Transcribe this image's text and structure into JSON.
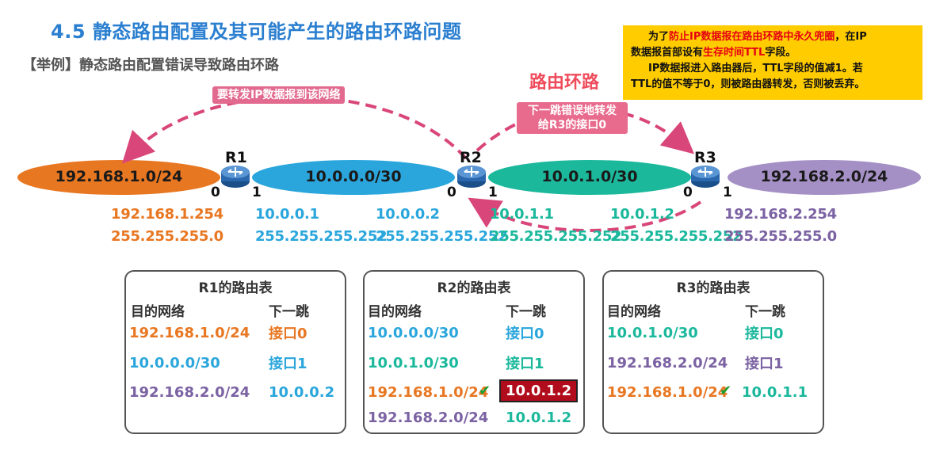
{
  "title": "4.5  静态路由配置及其可能产生的路由环路问题",
  "subtitle": "【举例】静态路由配置错误导致路由环路",
  "note": {
    "line1_pre": "为了",
    "line1_red": "防止IP数据报在路由环路中永久兜圈",
    "line1_post": "，在IP",
    "line2_pre": "数据报首部设有",
    "line2_red": "生存时间TTL",
    "line2_post": "字段。",
    "line3": "IP数据报进入路由器后，TTL字段的值减1。若",
    "line4": "TTL的值不等于0，则被路由器转发，否则被丢弃。"
  },
  "loop_title": "路由环路",
  "annotation_forward": "要转发IP数据报到该网络",
  "annotation_wrong": "下一跳错误地转发\n给R3的接口0",
  "networks": {
    "n1": "192.168.1.0/24",
    "n2": "10.0.0.0/30",
    "n3": "10.0.1.0/30",
    "n4": "192.168.2.0/24"
  },
  "routers": {
    "r1": "R1",
    "r2": "R2",
    "r3": "R3"
  },
  "ports": {
    "p0": "0",
    "p1": "1"
  },
  "addresses": {
    "a1_ip": "192.168.1.254",
    "a1_mask": "255.255.255.0",
    "a2_ip": "10.0.0.1",
    "a2_mask": "255.255.255.252",
    "a3_ip": "10.0.0.2",
    "a3_mask": "255.255.255.252",
    "a4_ip": "10.0.1.1",
    "a4_mask": "255.255.255.252",
    "a5_ip": "10.0.1.2",
    "a5_mask": "255.255.255.252",
    "a6_ip": "192.168.2.254",
    "a6_mask": "255.255.255.0"
  },
  "tables": {
    "head_dest": "目的网络",
    "head_next": "下一跳",
    "r1": {
      "title": "R1的路由表",
      "rows": [
        {
          "dest": "192.168.1.0/24",
          "next": "接口0"
        },
        {
          "dest": "10.0.0.0/30",
          "next": "接口1"
        },
        {
          "dest": "192.168.2.0/24",
          "next": "10.0.0.2"
        }
      ]
    },
    "r2": {
      "title": "R2的路由表",
      "rows": [
        {
          "dest": "10.0.0.0/30",
          "next": "接口0"
        },
        {
          "dest": "10.0.1.0/30",
          "next": "接口1"
        },
        {
          "dest": "192.168.1.0/24",
          "next": "10.0.1.2"
        },
        {
          "dest": "192.168.2.0/24",
          "next": "10.0.1.2"
        }
      ]
    },
    "r3": {
      "title": "R3的路由表",
      "rows": [
        {
          "dest": "10.0.1.0/30",
          "next": "接口0"
        },
        {
          "dest": "192.168.2.0/24",
          "next": "接口1"
        },
        {
          "dest": "192.168.1.0/24",
          "next": "10.0.1.1"
        }
      ]
    }
  },
  "colors": {
    "orange": "#e87722",
    "blue": "#2aa6dc",
    "teal": "#1bb89c",
    "purple": "#7b62a3",
    "arrow": "#d9467a",
    "highlight": "#b10c1c"
  }
}
